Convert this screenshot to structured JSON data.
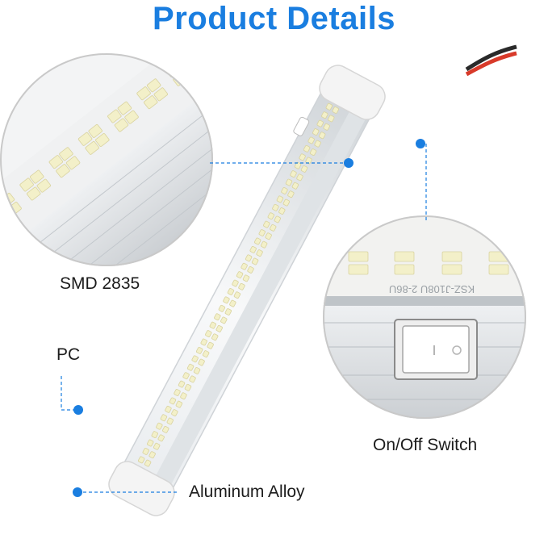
{
  "header": {
    "title": "Product Details"
  },
  "callouts": {
    "smd": "SMD 2835",
    "pc": "PC",
    "switch": "On/Off Switch",
    "aluminum": "Aluminum Alloy"
  },
  "switch_detail": {
    "pcb_marking": "KSZ-J108U 2-86U"
  },
  "colors": {
    "accent": "#1a7ee0",
    "dash_line": "#1a7ee0",
    "aluminum": "#d9dcdf",
    "led_chip": "#f3f0c9"
  }
}
